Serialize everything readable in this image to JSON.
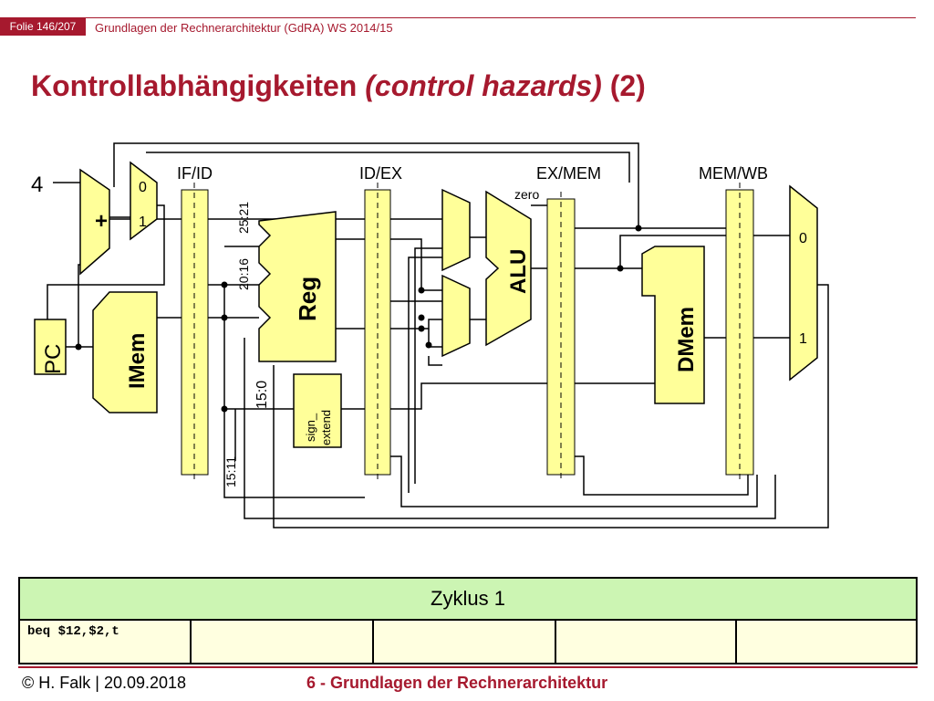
{
  "header": {
    "slide_number": "Folie 146/207",
    "course": "Grundlagen der Rechnerarchitektur (GdRA) WS 2014/15",
    "title_prefix": "Kontrollabhängigkeiten ",
    "title_italic": "(control hazards)",
    "title_suffix": " (2)"
  },
  "diagram": {
    "const_four": "4",
    "adder": "+",
    "pc": "PC",
    "imem": "IMem",
    "reg": "Reg",
    "alu": "ALU",
    "dmem": "DMem",
    "sign_extend_1": "sign_",
    "sign_extend_2": "extend",
    "zero": "zero",
    "mux_in_0": "0",
    "mux_in_1": "1",
    "wb_mux_0": "0",
    "wb_mux_1": "1",
    "field_25_21": "25:21",
    "field_20_16": "20:16",
    "field_15_0": "15:0",
    "field_15_11": "15:11",
    "pipeline_registers": [
      "IF/ID",
      "ID/EX",
      "EX/MEM",
      "MEM/WB"
    ],
    "colors": {
      "unit_fill": "#ffff99",
      "accent": "#a6192e"
    }
  },
  "table": {
    "header": "Zyklus 1",
    "instruction": "beq $12,$2,t",
    "cells": [
      "",
      "",
      "",
      ""
    ]
  },
  "footer": {
    "author_date": "© H. Falk | 20.09.2018",
    "chapter": "6 - Grundlagen der Rechnerarchitektur"
  }
}
